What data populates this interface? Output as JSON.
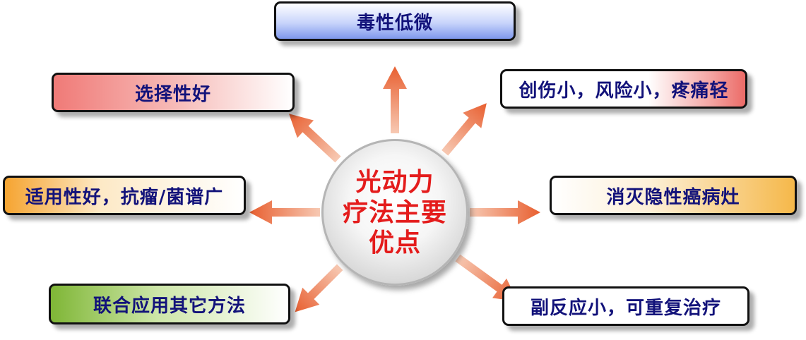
{
  "center": {
    "label": "光动力\n疗法主要\n优点"
  },
  "nodes": {
    "top": "毒性低微",
    "top_left": "选择性好",
    "top_right": "创伤小，风险小，疼痛轻",
    "middle_left": "适用性好，抗瘤/菌谱广",
    "middle_right": "消灭隐性癌病灶",
    "bottom_left": "联合应用其它方法",
    "bottom_right": "副反应小，可重复治疗"
  },
  "colors": {
    "text": "#12127a",
    "center_text": "#e41c1c",
    "arrow": "#ea6b3c"
  }
}
